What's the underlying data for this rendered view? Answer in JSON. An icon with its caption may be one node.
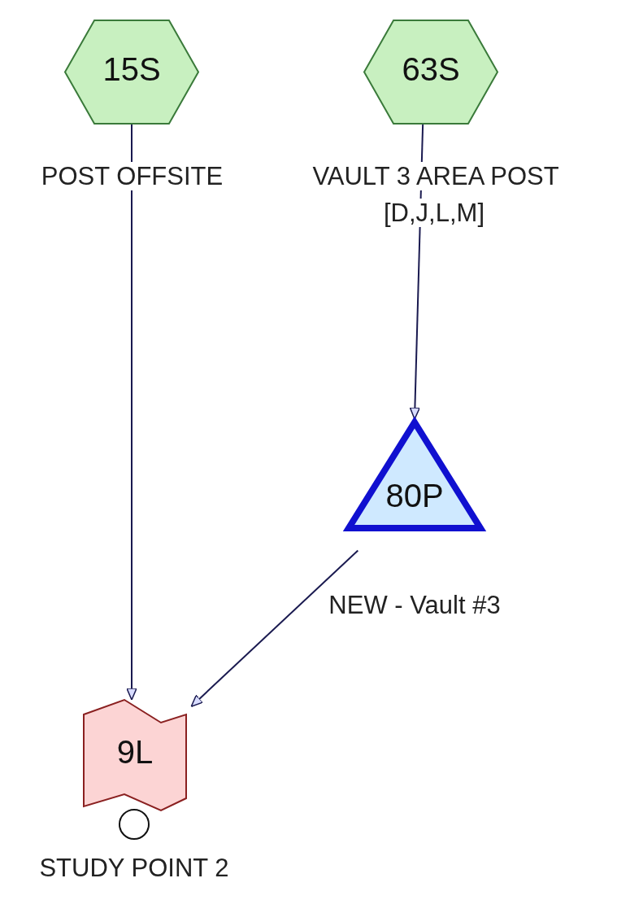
{
  "diagram": {
    "nodes": [
      {
        "text": [
          "15S"
        ],
        "beside": [
          "POST OFFSITE"
        ]
      },
      {
        "text": [
          "63S"
        ],
        "beside": [
          "VAULT 3 AREA POST [D,J,L,M]"
        ]
      },
      {
        "text": [
          "80P"
        ],
        "beside": [
          "NEW - Vault #3"
        ]
      },
      {
        "text": [
          "9L"
        ],
        "beside": [
          "STUDY POINT 2"
        ]
      }
    ],
    "edges": [
      {
        "from": 0,
        "to": 3,
        "arrow": "to"
      },
      {
        "from": 1,
        "to": 2,
        "arrow": "to"
      },
      {
        "from": 2,
        "to": 3,
        "arrow": "to"
      }
    ]
  }
}
